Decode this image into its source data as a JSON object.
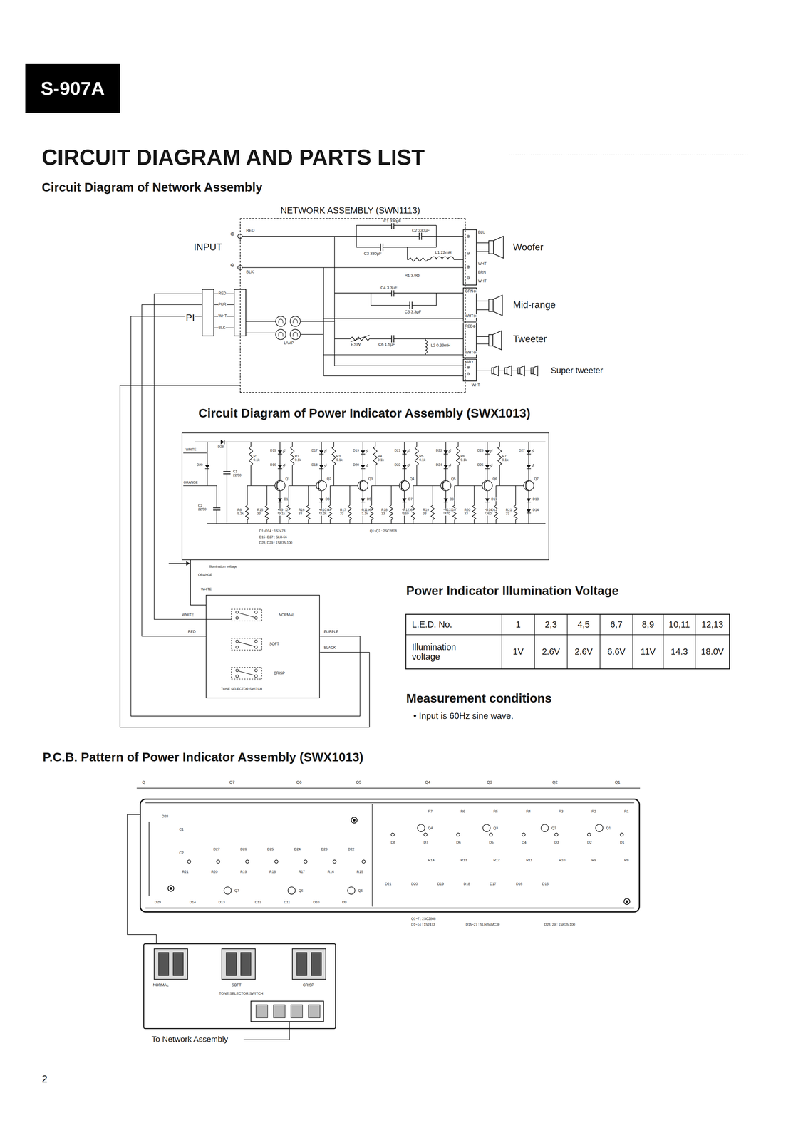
{
  "diagram": {
    "title": "CIRCUIT DIAGRAM AND PARTS LIST",
    "nodes": [
      {
        "text": [
          "S-907A"
        ]
      },
      {
        "text": [
          "NETWORK ASSEMBLY (SWN1113)"
        ]
      },
      {
        "text": [
          "Circuit Diagram of Power Indicator Assembly (SWX1013)"
        ]
      },
      {
        "text": [
          "TONE SELECTOR SWITCH"
        ]
      },
      {
        "text": [
          "P.C.B. Pattern of Power Indicator Assembly (SWX1013)"
        ]
      },
      {
        "text": [
          "TONE SELECTOR SWITCH"
        ]
      }
    ],
    "edges": [
      {
        "from": 1,
        "to": 3,
        "arrow": "none"
      },
      {
        "from": 2,
        "to": 3,
        "arrow": "none"
      },
      {
        "from": 4,
        "to": 5,
        "arrow": "none"
      }
    ],
    "labels": [
      "Circuit Diagram of Network Assembly",
      "INPUT",
      "⊕",
      "⊖",
      "RED",
      "BLK",
      "C1 330μF",
      "C2 330μF",
      "C3 330μF",
      "L1 22mH",
      "R1 3.9Ω",
      "BLU",
      "⊕",
      "⊖",
      "WHT",
      "⊕",
      "BRN",
      "⊖",
      "WHT",
      "Woofer",
      "C4 3.3μF",
      "C5 3.3μF",
      "GRN⊕",
      "WHT⊖",
      "RED⊕",
      "Mid-range",
      "P.SW",
      "C6 1.5μF",
      "L2 0.39mH",
      "WHT⊖",
      "GRY",
      "Tweeter",
      "⊕",
      "⊖",
      "WHT",
      "Super tweeter",
      "PI",
      "RED",
      "PUR",
      "WHT",
      "BLK",
      "LAMP",
      "WHITE",
      "ORANGE",
      "D28",
      "D29",
      "C1 22/50",
      "C2 22/50",
      "R1 9.1k",
      "Q1",
      "D15",
      "D16",
      "D1",
      "D2",
      "R8 9.1k",
      "R15 33",
      "R2 9.1k",
      "Q2",
      "D17",
      "D18",
      "D3",
      "D4",
      "R9 9.1k",
      "R16 33",
      "R3 9.1k",
      "Q3",
      "D19",
      "D20",
      "D5",
      "D6",
      "R10 2.2k",
      "R17 33",
      "R4 9.1k",
      "Q4",
      "D21",
      "D22",
      "D7",
      "D8",
      "R11 1.1k",
      "R18 33",
      "R5 9.1k",
      "Q5",
      "D23",
      "D24",
      "D9",
      "D10",
      "R12 560",
      "R19 33",
      "R6 9.1k",
      "Q6",
      "D25",
      "D26",
      "D11",
      "D12",
      "R13 470",
      "R20 33",
      "R7 9.1k",
      "Q7",
      "D27",
      "D13",
      "D14",
      "R14 360",
      "R21 33",
      "D1~D14 : 1S2473",
      "D15~D27 : SLH-56",
      "D28, D29 : 1SR35-100",
      "Q1~Q7 : 2SC2808",
      "Illumination voltage",
      "ORANGE",
      "WHITE",
      "WHITE",
      "RED",
      "NORMAL",
      "SOFT",
      "CRISP",
      "PURPLE",
      "BLACK",
      "Power Indicator Illumination Voltage",
      "L.E.D. No.",
      "1",
      "2,3",
      "4,5",
      "6,7",
      "8,9",
      "10,11",
      "12,13",
      "Illumination voltage",
      "1V",
      "2.6V",
      "2.6V",
      "6.6V",
      "11V",
      "14.3",
      "18.0V",
      "Measurement conditions",
      "• Input is 60Hz sine wave.",
      "Q",
      "Q7",
      "Q6",
      "Q5",
      "Q4",
      "Q3",
      "Q2",
      "Q1",
      "Q1",
      "Q2",
      "Q3",
      "Q4",
      "Q5",
      "Q6",
      "Q7",
      "C1",
      "C2",
      "D1",
      "D2",
      "D3",
      "D4",
      "D5",
      "D6",
      "D7",
      "D8",
      "D9",
      "D10",
      "D11",
      "D12",
      "D13",
      "D14",
      "D15",
      "D16",
      "D17",
      "D18",
      "D19",
      "D20",
      "D21",
      "D22",
      "D23",
      "D24",
      "D25",
      "D26",
      "D27",
      "D28",
      "D29",
      "R1",
      "R2",
      "R3",
      "R4",
      "R5",
      "R6",
      "R7",
      "R8",
      "R9",
      "R10",
      "R11",
      "R12",
      "R13",
      "R14",
      "R15",
      "R16",
      "R17",
      "R18",
      "R19",
      "R20",
      "R21",
      "Q1~7 : 2SC2808",
      "D1~14 : 1S2473",
      "D15~27 : SLH-56MC3F",
      "D28, 29 : 1SR35-100",
      "NORMAL",
      "SOFT",
      "CRISP",
      "To Network Assembly",
      "2"
    ]
  }
}
